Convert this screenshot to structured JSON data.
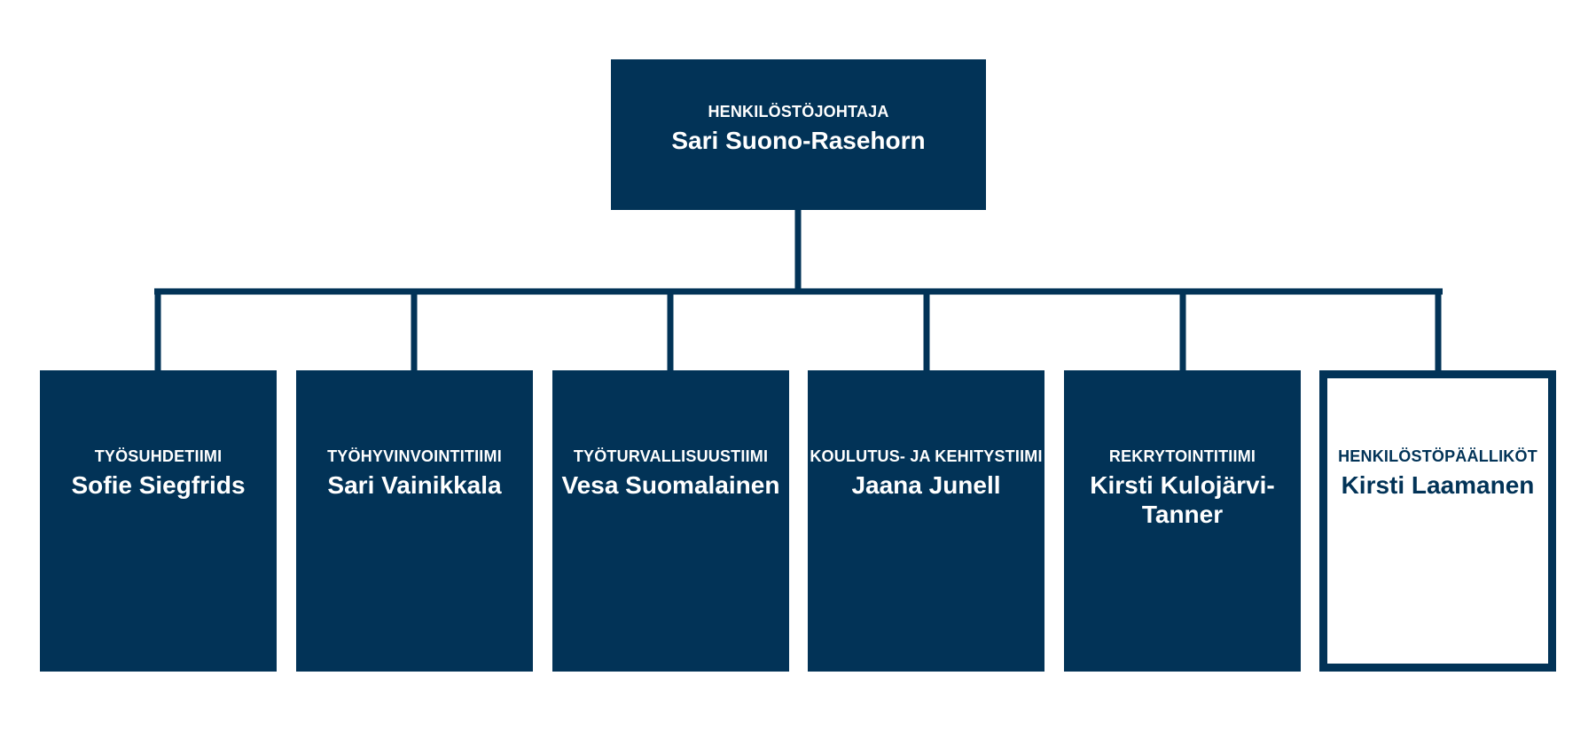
{
  "colors": {
    "primary": "#023357",
    "background": "#ffffff"
  },
  "head": {
    "role": "HENKILÖSTÖJOHTAJA",
    "name": "Sari Suono-Rasehorn"
  },
  "teams": [
    {
      "role": "TYÖSUHDETIIMI",
      "name": "Sofie Siegfrids",
      "style": "filled"
    },
    {
      "role": "TYÖHYVINVOINTITIIMI",
      "name": "Sari Vainikkala",
      "style": "filled"
    },
    {
      "role": "TYÖTURVALLISUUSTIIMI",
      "name": "Vesa Suomalainen",
      "style": "filled"
    },
    {
      "role": "KOULUTUS- JA KEHITYSTIIMI",
      "name": "Jaana Junell",
      "style": "filled"
    },
    {
      "role": "REKRYTOINTITIIMI",
      "name": "Kirsti Kulojärvi-Tanner",
      "style": "filled"
    },
    {
      "role": "HENKILÖSTÖPÄÄLLIKÖT",
      "name": "Kirsti Laamanen",
      "style": "outline"
    }
  ]
}
